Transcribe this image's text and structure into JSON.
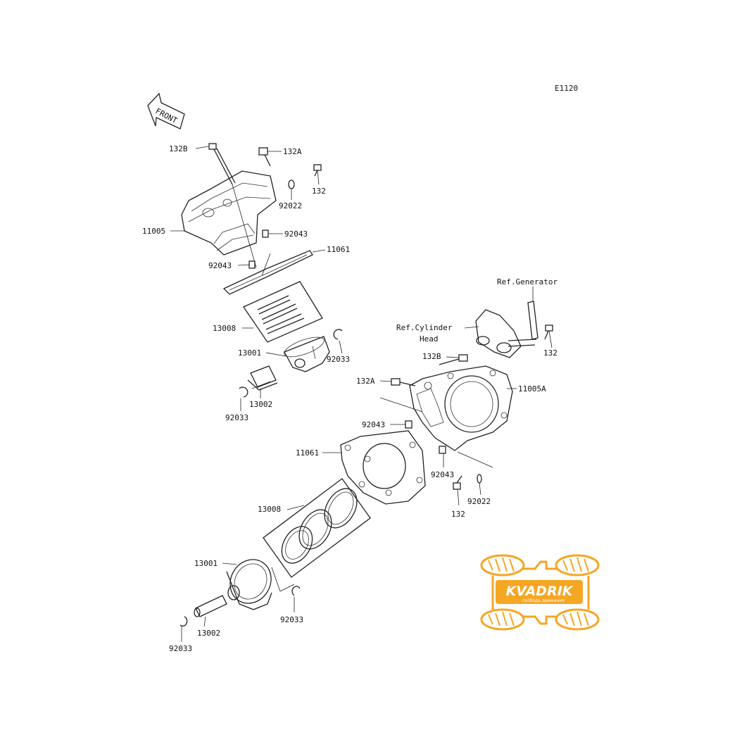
{
  "diagram_code": "E1120",
  "front_label": "FRONT",
  "labels": {
    "b1_132B": "132B",
    "b1_132A": "132A",
    "b1_132": "132",
    "b1_92022": "92022",
    "b1_11005": "11005",
    "b1_92043_top": "92043",
    "b1_11061": "11061",
    "b1_92043_left": "92043",
    "b1_13008": "13008",
    "b1_13001": "13001",
    "b1_92033_right": "92033",
    "b1_13002": "13002",
    "b1_92033_left": "92033",
    "ref_generator": "Ref.Generator",
    "ref_cyl_head_1": "Ref.Cylinder",
    "ref_cyl_head_2": "Head",
    "b2_132": "132",
    "b2_132B": "132B",
    "b2_132A": "132A",
    "b2_11005A": "11005A",
    "b2_92043_left": "92043",
    "b2_11061": "11061",
    "b2_92043_right": "92043",
    "b2_132_bottom": "132",
    "b2_92022": "92022",
    "b2_13008": "13008",
    "b2_13001": "13001",
    "b2_92033_right": "92033",
    "b2_13002": "13002",
    "b2_92033_left": "92033"
  },
  "watermark": {
    "brand": "KVADRIK",
    "slogan": "свобода движения",
    "color": "#f5a623"
  }
}
